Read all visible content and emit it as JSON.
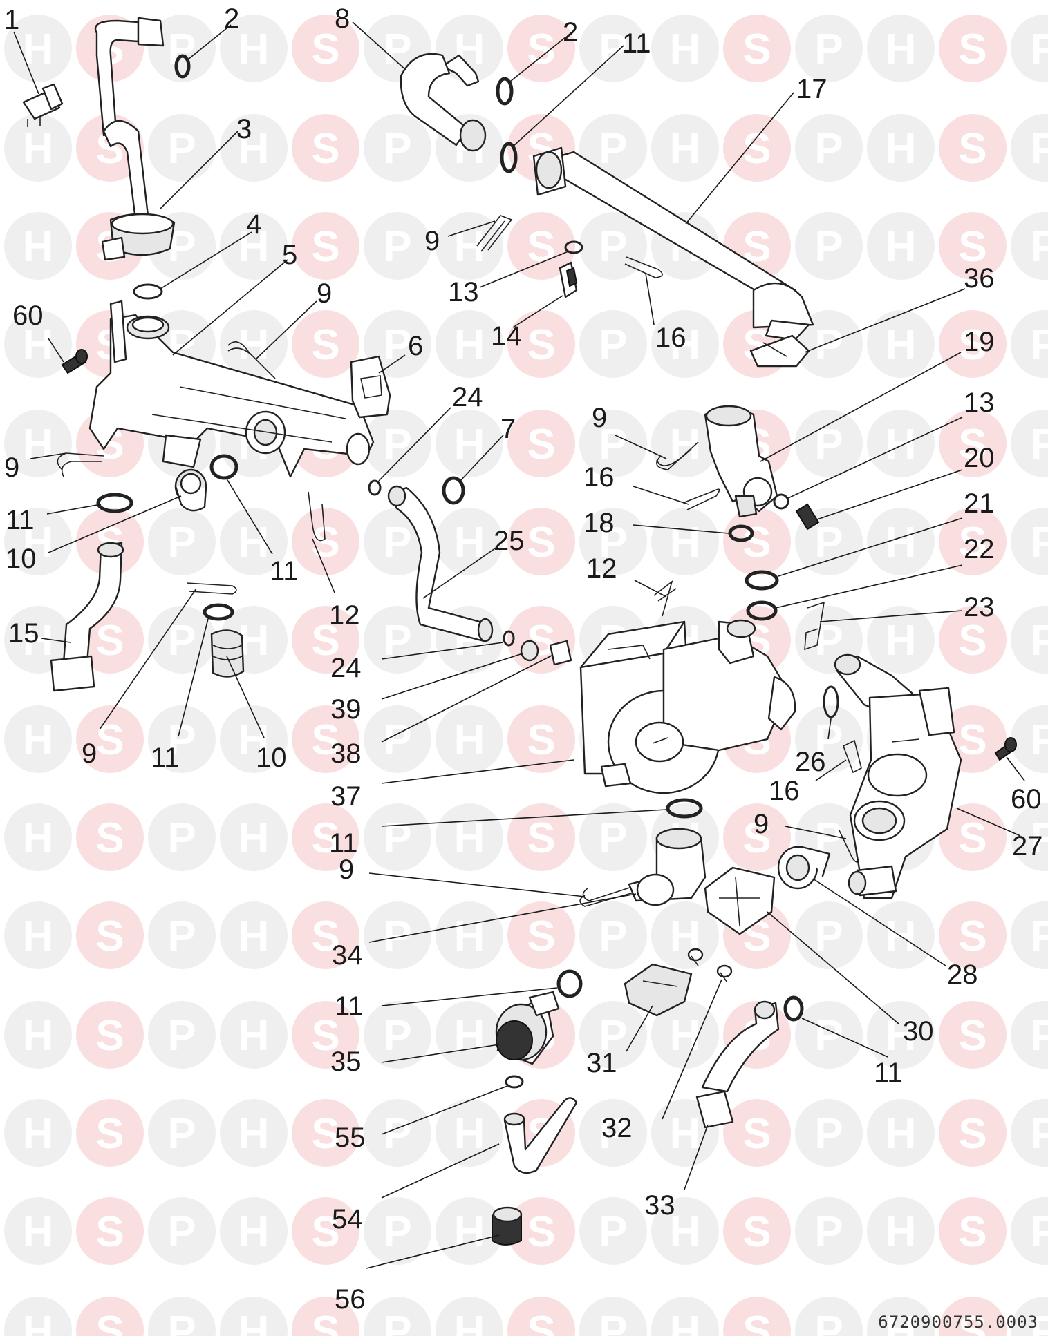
{
  "watermark": {
    "letters": [
      "H",
      "S",
      "P"
    ],
    "circle_fill": "#e2e2e2",
    "circle_fill_accent": "#f4c4c4",
    "letter_color": "#ffffff"
  },
  "diagram": {
    "reference_code": "6720900755.0003",
    "part_numbers": [
      "1",
      "2",
      "3",
      "4",
      "5",
      "6",
      "7",
      "8",
      "9",
      "10",
      "11",
      "12",
      "13",
      "14",
      "15",
      "16",
      "17",
      "18",
      "19",
      "20",
      "21",
      "22",
      "23",
      "24",
      "25",
      "26",
      "27",
      "28",
      "30",
      "31",
      "32",
      "33",
      "34",
      "35",
      "36",
      "37",
      "38",
      "39",
      "54",
      "55",
      "56",
      "60"
    ],
    "callouts": [
      {
        "id": "c1",
        "label": "1"
      },
      {
        "id": "c2a",
        "label": "2"
      },
      {
        "id": "c3",
        "label": "3"
      },
      {
        "id": "c4",
        "label": "4"
      },
      {
        "id": "c5",
        "label": "5"
      },
      {
        "id": "c60a",
        "label": "60"
      },
      {
        "id": "c9a",
        "label": "9"
      },
      {
        "id": "c6",
        "label": "6"
      },
      {
        "id": "c9b",
        "label": "9"
      },
      {
        "id": "c11a",
        "label": "11"
      },
      {
        "id": "c10a",
        "label": "10"
      },
      {
        "id": "c11b",
        "label": "11"
      },
      {
        "id": "c12a",
        "label": "12"
      },
      {
        "id": "c15",
        "label": "15"
      },
      {
        "id": "c9c",
        "label": "9"
      },
      {
        "id": "c11c",
        "label": "11"
      },
      {
        "id": "c10b",
        "label": "10"
      },
      {
        "id": "c8",
        "label": "8"
      },
      {
        "id": "c2b",
        "label": "2"
      },
      {
        "id": "c11d",
        "label": "11"
      },
      {
        "id": "c17",
        "label": "17"
      },
      {
        "id": "c9d",
        "label": "9"
      },
      {
        "id": "c13a",
        "label": "13"
      },
      {
        "id": "c14",
        "label": "14"
      },
      {
        "id": "c16a",
        "label": "16"
      },
      {
        "id": "c36",
        "label": "36"
      },
      {
        "id": "c19",
        "label": "19"
      },
      {
        "id": "c24a",
        "label": "24"
      },
      {
        "id": "c7",
        "label": "7"
      },
      {
        "id": "c9e",
        "label": "9"
      },
      {
        "id": "c13b",
        "label": "13"
      },
      {
        "id": "c16b",
        "label": "16"
      },
      {
        "id": "c20",
        "label": "20"
      },
      {
        "id": "c18",
        "label": "18"
      },
      {
        "id": "c21",
        "label": "21"
      },
      {
        "id": "c25",
        "label": "25"
      },
      {
        "id": "c12b",
        "label": "12"
      },
      {
        "id": "c22",
        "label": "22"
      },
      {
        "id": "c23",
        "label": "23"
      },
      {
        "id": "c24b",
        "label": "24"
      },
      {
        "id": "c39",
        "label": "39"
      },
      {
        "id": "c38",
        "label": "38"
      },
      {
        "id": "c26",
        "label": "26"
      },
      {
        "id": "c16c",
        "label": "16"
      },
      {
        "id": "c60b",
        "label": "60"
      },
      {
        "id": "c37",
        "label": "37"
      },
      {
        "id": "c11e",
        "label": "11"
      },
      {
        "id": "c9f",
        "label": "9"
      },
      {
        "id": "c27",
        "label": "27"
      },
      {
        "id": "c9g",
        "label": "9"
      },
      {
        "id": "c34",
        "label": "34"
      },
      {
        "id": "c28",
        "label": "28"
      },
      {
        "id": "c11f",
        "label": "11"
      },
      {
        "id": "c30",
        "label": "30"
      },
      {
        "id": "c35",
        "label": "35"
      },
      {
        "id": "c31",
        "label": "31"
      },
      {
        "id": "c11g",
        "label": "11"
      },
      {
        "id": "c55",
        "label": "55"
      },
      {
        "id": "c32",
        "label": "32"
      },
      {
        "id": "c54",
        "label": "54"
      },
      {
        "id": "c33",
        "label": "33"
      },
      {
        "id": "c56",
        "label": "56"
      }
    ]
  }
}
